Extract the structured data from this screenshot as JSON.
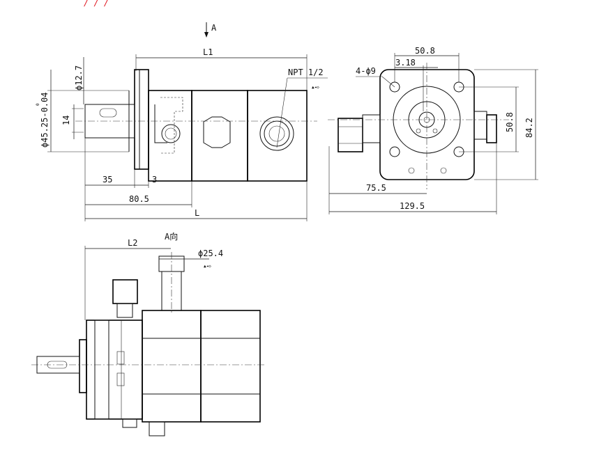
{
  "header": {
    "red_fragment": "/ / /"
  },
  "view_marks": {
    "section_a": "A",
    "view_a": "A向"
  },
  "dims": {
    "l1": "L1",
    "npt": "NPT 1/2",
    "shaft_dia": "ϕ12.7",
    "pilot_dia_top": "0",
    "pilot_dia": "ϕ45.25-0.04",
    "key_14": "14",
    "d35": "35",
    "d3": "3",
    "d80_5": "80.5",
    "l_total": "L",
    "d50_8_top": "50.8",
    "d3_18": "3.18",
    "holes": "4-ϕ9",
    "d50_8_side": "50.8",
    "d84_2": "84.2",
    "d75_5": "75.5",
    "d129_5": "129.5",
    "l2": "L2",
    "port_dia": "ϕ25.4"
  },
  "notes": {
    "tiny_mark": "▲◂◇"
  }
}
